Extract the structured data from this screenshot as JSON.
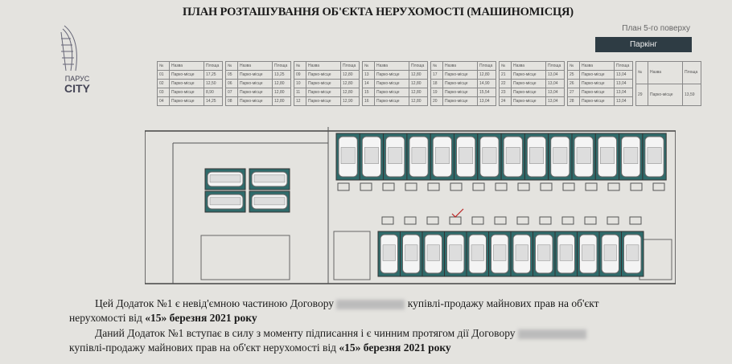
{
  "header": {
    "title": "ПЛАН РОЗТАШУВАННЯ ОБ'ЄКТА НЕРУХОМОСТІ (МАШИНОМІСЦЯ)",
    "floor": "План 5-го поверху",
    "badge": "Паркінг"
  },
  "logo": {
    "line1": "ПАРУС",
    "line2": "CITY"
  },
  "table": {
    "headers": [
      "№",
      "Назва",
      "Площа"
    ],
    "rows": [
      [
        "01",
        "Парко-місце",
        "17,25"
      ],
      [
        "02",
        "Парко-місце",
        "12,50"
      ],
      [
        "03",
        "Парко-місце",
        "8,90"
      ],
      [
        "04",
        "Парко-місце",
        "14,25"
      ],
      [
        "05",
        "Парко-місце",
        "13,25"
      ],
      [
        "06",
        "Парко-місце",
        "12,80"
      ],
      [
        "07",
        "Парко-місце",
        "12,80"
      ],
      [
        "08",
        "Парко-місце",
        "12,80"
      ],
      [
        "09",
        "Парко-місце",
        "12,80"
      ],
      [
        "10",
        "Парко-місце",
        "12,80"
      ],
      [
        "11",
        "Парко-місце",
        "12,80"
      ],
      [
        "12",
        "Парко-місце",
        "12,90"
      ],
      [
        "13",
        "Парко-місце",
        "12,80"
      ],
      [
        "14",
        "Парко-місце",
        "12,80"
      ],
      [
        "15",
        "Парко-місце",
        "12,80"
      ],
      [
        "16",
        "Парко-місце",
        "12,80"
      ],
      [
        "17",
        "Парко-місце",
        "12,80"
      ],
      [
        "18",
        "Парко-місце",
        "14,90"
      ],
      [
        "19",
        "Парко-місце",
        "15,54"
      ],
      [
        "20",
        "Парко-місце",
        "13,04"
      ],
      [
        "21",
        "Парко-місце",
        "13,04"
      ],
      [
        "22",
        "Парко-місце",
        "13,04"
      ],
      [
        "23",
        "Парко-місце",
        "13,04"
      ],
      [
        "24",
        "Парко-місце",
        "13,04"
      ],
      [
        "25",
        "Парко-місце",
        "13,04"
      ],
      [
        "26",
        "Парко-місце",
        "13,04"
      ],
      [
        "27",
        "Парко-місце",
        "13,04"
      ],
      [
        "28",
        "Парко-місце",
        "13,04"
      ],
      [
        "29",
        "Парко-місце",
        "13,59"
      ]
    ]
  },
  "text": {
    "p1a": "Цей Додаток №1 є невід'ємною частиною Договору",
    "p1b": "купівлі-продажу майнових прав на об'єкт",
    "p1c": "нерухомості від",
    "p1d": "«15» березня 2021 року",
    "p2a": "Даний Додаток №1 вступає в силу з моменту підписання і є чинним протягом дії Договору",
    "p2b": "купівлі-продажу майнових прав на об'єкт нерухомості від",
    "p2c": "«15» березня 2021 року"
  }
}
